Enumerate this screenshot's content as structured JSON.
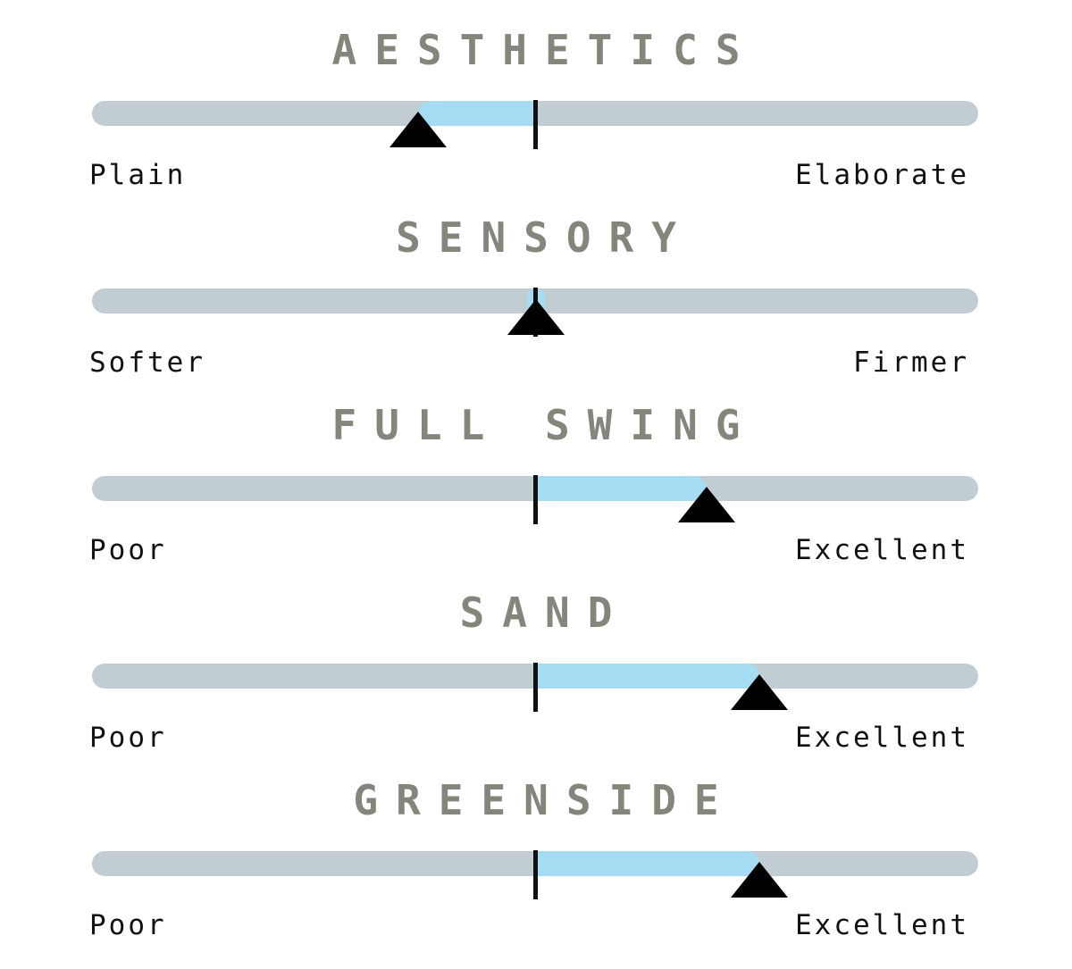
{
  "chart_data": {
    "type": "slider-scale",
    "scale": [
      -1,
      1
    ],
    "center": 0,
    "colors": {
      "track": "#c2cdd3",
      "fill": "#a5dcf4",
      "title": "#84867c",
      "marker": "#000000"
    },
    "sliders": [
      {
        "title": "AESTHETICS",
        "left_label": "Plain",
        "right_label": "Elaborate",
        "value": -0.27
      },
      {
        "title": "SENSORY",
        "left_label": "Softer",
        "right_label": "Firmer",
        "value": 0.0
      },
      {
        "title": "FULL SWING",
        "left_label": "Poor",
        "right_label": "Excellent",
        "value": 0.39
      },
      {
        "title": "SAND",
        "left_label": "Poor",
        "right_label": "Excellent",
        "value": 0.51
      },
      {
        "title": "GREENSIDE",
        "left_label": "Poor",
        "right_label": "Excellent",
        "value": 0.51
      }
    ]
  }
}
